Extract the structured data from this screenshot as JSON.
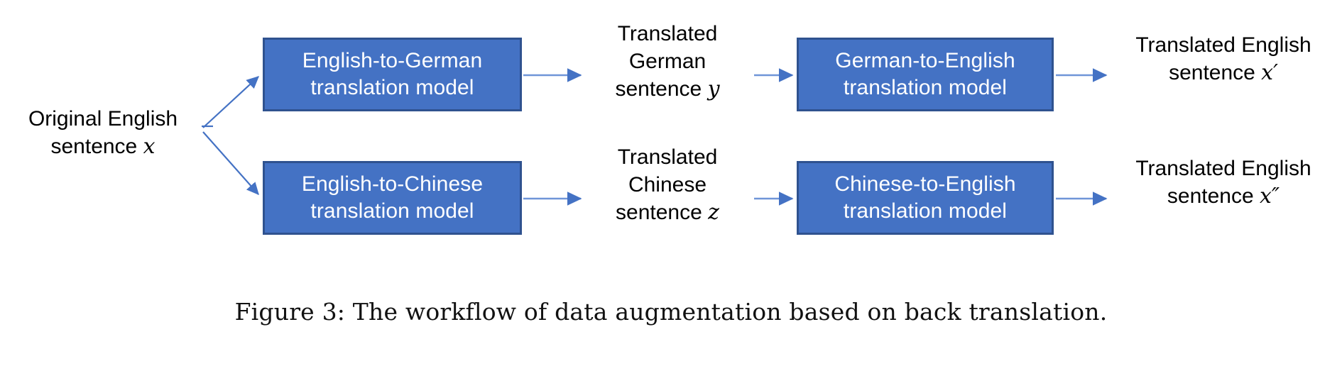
{
  "figure": {
    "caption": "Figure 3: The workflow of data augmentation based on back translation.",
    "background_color": "#ffffff",
    "box_fill_color": "#4472c4",
    "box_border_color": "#2f528f",
    "box_text_color": "#ffffff",
    "connector_color": "#4472c4",
    "label_text_color": "#000000"
  },
  "source": {
    "line1": "Original English",
    "line2_prefix": "sentence ",
    "line2_var": "x"
  },
  "boxes": {
    "en_de": {
      "line1": "English-to-German",
      "line2": "translation model"
    },
    "de_en": {
      "line1": "German-to-English",
      "line2": "translation model"
    },
    "en_zh": {
      "line1": "English-to-Chinese",
      "line2": "translation model"
    },
    "zh_en": {
      "line1": "Chinese-to-English",
      "line2": "translation model"
    }
  },
  "intermediates": {
    "german": {
      "line1": "Translated",
      "line2": "German",
      "line3_prefix": "sentence ",
      "line3_var": "y"
    },
    "chinese": {
      "line1": "Translated",
      "line2": "Chinese",
      "line3_prefix": "sentence ",
      "line3_var": "z"
    }
  },
  "outputs": {
    "prime": {
      "line1": "Translated English",
      "line2_prefix": "sentence ",
      "line2_var": "x′"
    },
    "double_prime": {
      "line1": "Translated English",
      "line2_prefix": "sentence ",
      "line2_var": "x″"
    }
  },
  "arrows": [
    {
      "name": "arrow-source-to-en-de"
    },
    {
      "name": "arrow-source-to-en-zh"
    },
    {
      "name": "arrow-en-de-to-german"
    },
    {
      "name": "arrow-german-to-de-en"
    },
    {
      "name": "arrow-de-en-to-output-prime"
    },
    {
      "name": "arrow-en-zh-to-chinese"
    },
    {
      "name": "arrow-chinese-to-zh-en"
    },
    {
      "name": "arrow-zh-en-to-output-double-prime"
    }
  ]
}
